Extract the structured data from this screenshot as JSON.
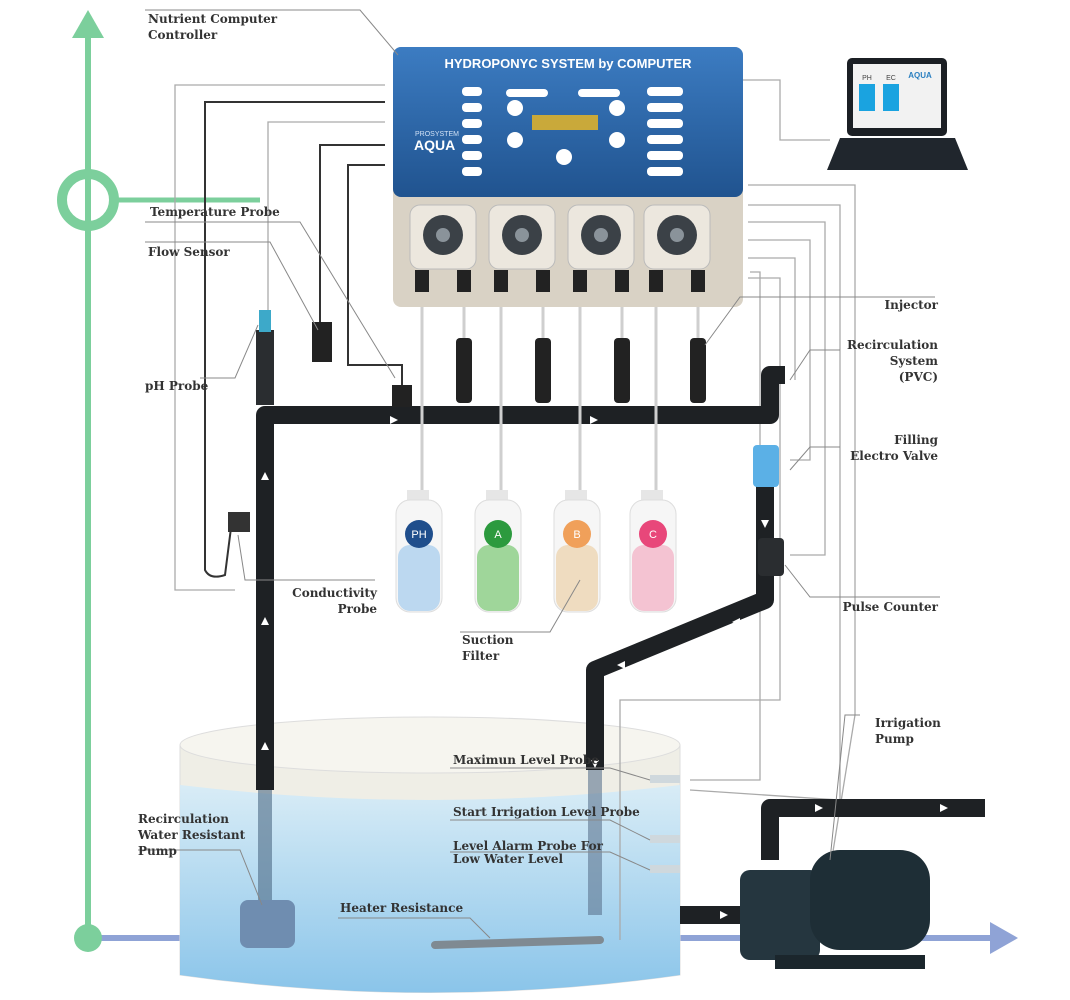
{
  "controller": {
    "title": "HYDROPONYC SYSTEM by COMPUTER",
    "brand_small": "PROSYSTEM",
    "brand_large": "AQUA",
    "panel_color": "#2f6cb0",
    "base_color": "#d9d2c5"
  },
  "laptop": {
    "tile1": "PH",
    "tile2": "EC",
    "brand": "AQUA",
    "tile_color": "#1aa3e0"
  },
  "bottles": [
    {
      "label": "PH",
      "color": "#1f4e8c",
      "liquid": "#bcd8f0"
    },
    {
      "label": "A",
      "color": "#2c9a3e",
      "liquid": "#9fd69a"
    },
    {
      "label": "B",
      "color": "#f0a05a",
      "liquid": "#efdcc0"
    },
    {
      "label": "C",
      "color": "#e8477a",
      "liquid": "#f4c3d2"
    }
  ],
  "labels": {
    "controller": [
      "Nutrient Computer",
      "Controller"
    ],
    "temperature_probe": "Temperature Probe",
    "flow_sensor": "Flow Sensor",
    "ph_probe": "pH Probe",
    "conductivity_probe": [
      "Conductivity",
      "Probe"
    ],
    "suction_filter": [
      "Suction",
      "Filter"
    ],
    "recirculation_pump": [
      "Recirculation",
      "Water Resistant",
      "Pump"
    ],
    "heater": "Heater Resistance",
    "max_level": "Maximun Level Probe",
    "start_irrigation": "Start Irrigation Level Probe",
    "level_alarm": [
      "Level Alarm Probe For",
      "Low Water Level"
    ],
    "injector": "Injector",
    "recirculation_system": [
      "Recirculation",
      "System",
      "(PVC)"
    ],
    "filling_valve": [
      "Filling",
      "Electro Valve"
    ],
    "pulse_counter": "Pulse Counter",
    "irrigation_pump": [
      "Irrigation",
      "Pump"
    ]
  },
  "colors": {
    "axis_green": "#7ccf9c",
    "axis_blue": "#8fa3d6",
    "water": "#a9d3ee",
    "pipe": "#1e2124"
  }
}
